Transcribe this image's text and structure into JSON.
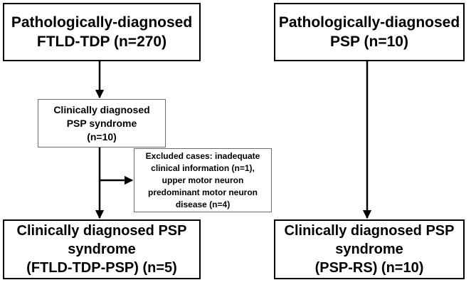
{
  "boxes": {
    "ftld_top": {
      "line1": "Pathologically-diagnosed",
      "line2": "FTLD-TDP  (n=270)"
    },
    "psp_top": {
      "line1": "Pathologically-diagnosed",
      "line2": "PSP (n=10)"
    },
    "clinical_psp": {
      "line1": "Clinically diagnosed",
      "line2": "PSP syndrome",
      "line3": "(n=10)"
    },
    "excluded": {
      "line1": "Excluded cases: inadequate",
      "line2": "clinical information (n=1),",
      "line3": "upper motor neuron",
      "line4": "predominant motor neuron",
      "line5": "disease (n=4)"
    },
    "ftld_tdp_psp": {
      "line1": "Clinically diagnosed PSP",
      "line2": "syndrome",
      "line3": "(FTLD-TDP-PSP) (n=5)"
    },
    "psp_rs": {
      "line1": "Clinically diagnosed PSP",
      "line2": "syndrome",
      "line3": "(PSP-RS) (n=10)"
    }
  }
}
